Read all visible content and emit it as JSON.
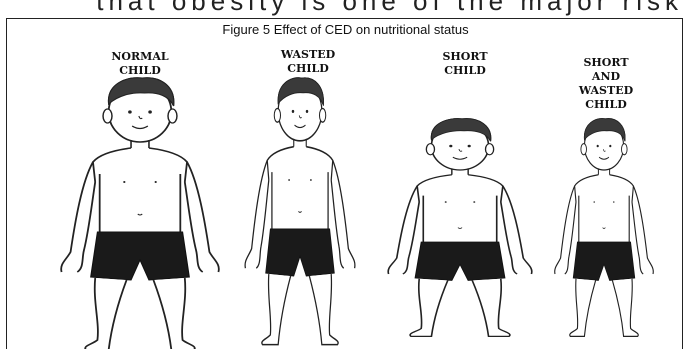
{
  "top_text": "that obesity is one of the major risk",
  "figure": {
    "caption": "Figure  5 Effect of CED on nutritional status",
    "children": [
      {
        "label_lines": [
          "NORMAL",
          "CHILD"
        ]
      },
      {
        "label_lines": [
          "WASTED",
          "CHILD"
        ]
      },
      {
        "label_lines": [
          "SHORT",
          "CHILD"
        ]
      },
      {
        "label_lines": [
          "SHORT",
          "AND",
          "WASTED",
          "CHILD"
        ]
      }
    ]
  },
  "colors": {
    "ink": "#222222",
    "shorts": "#1a1a1a",
    "hair": "#333333"
  }
}
